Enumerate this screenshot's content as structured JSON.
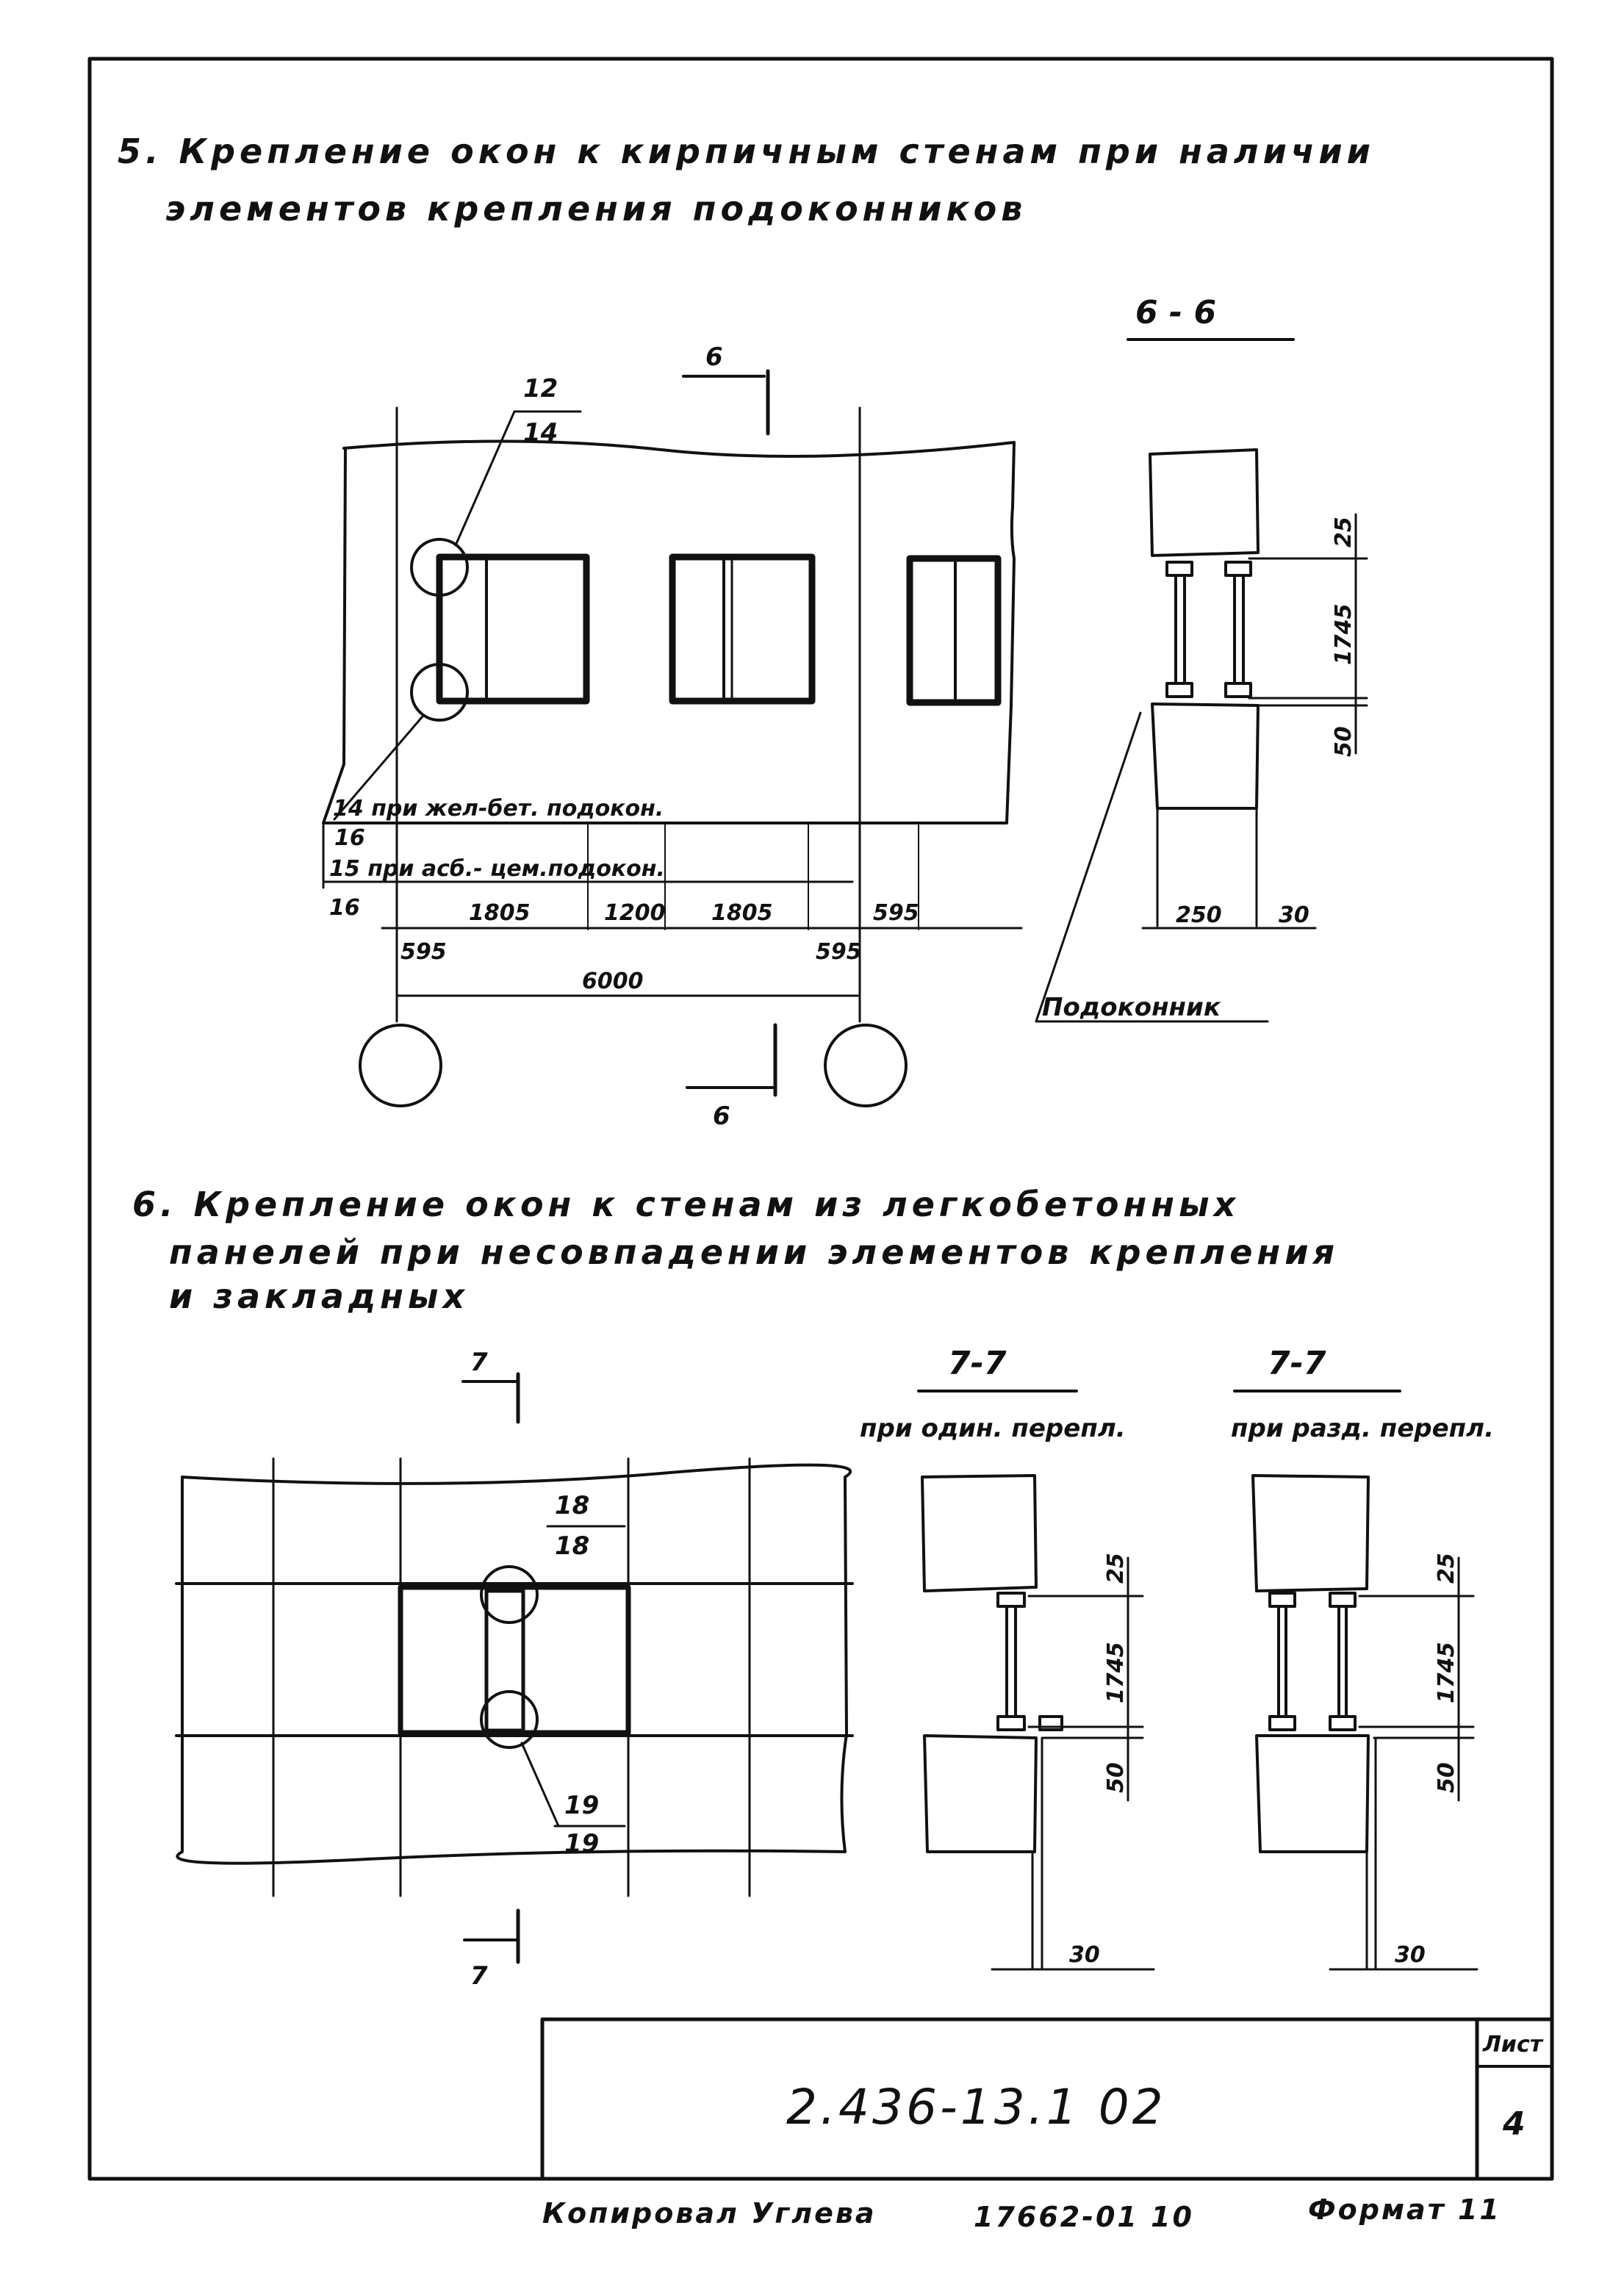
{
  "section5": {
    "title_line1": "5. Крепление окон к кирпичным стенам при наличии",
    "title_line2": "элементов крепления подоконников",
    "cut_label_top": "6",
    "cut_label_bottom": "6",
    "callout_upper_top": "12",
    "callout_upper_bottom": "14",
    "note_row1": "14 при жел-бет. подокон.",
    "note_mark_16a": "16",
    "note_row2": "15 при асб.- цем.подокон.",
    "note_mark_16b": "16",
    "dim_1805_a": "1805",
    "dim_1200": "1200",
    "dim_1805_b": "1805",
    "dim_595_right": "595",
    "dim_595_left": "595",
    "dim_595_mid": "595",
    "dim_6000": "6000",
    "section_title": "6 - 6",
    "sec_dim_25": "25",
    "sec_dim_1745": "1745",
    "sec_dim_50": "50",
    "sec_dim_250": "250",
    "sec_dim_30": "30",
    "sill_label": "Подоконник"
  },
  "section6": {
    "title_line1": "6. Крепление окон к стенам из легкобетонных",
    "title_line2": "панелей при несовпадении элементов крепления",
    "title_line3": "и закладных",
    "cut_label_top": "7",
    "cut_label_bottom": "7",
    "callout_upper_top": "18",
    "callout_upper_bottom": "18",
    "callout_lower_top": "19",
    "callout_lower_bottom": "19",
    "sec_a_title": "7-7",
    "sec_a_subtitle": "при один. перепл.",
    "sec_b_title": "7-7",
    "sec_b_subtitle": "при разд. перепл.",
    "a_dim_25": "25",
    "a_dim_1745": "1745",
    "a_dim_50": "50",
    "a_dim_30": "30",
    "b_dim_25": "25",
    "b_dim_1745": "1745",
    "b_dim_50": "50",
    "b_dim_30": "30"
  },
  "stamp": {
    "code": "2.436-13.1  02",
    "sheet_label": "Лист",
    "sheet_number": "4"
  },
  "footer": {
    "copied_by": "Копировал Углева",
    "order_no": "17662-01  10",
    "format": "Формат 11"
  }
}
